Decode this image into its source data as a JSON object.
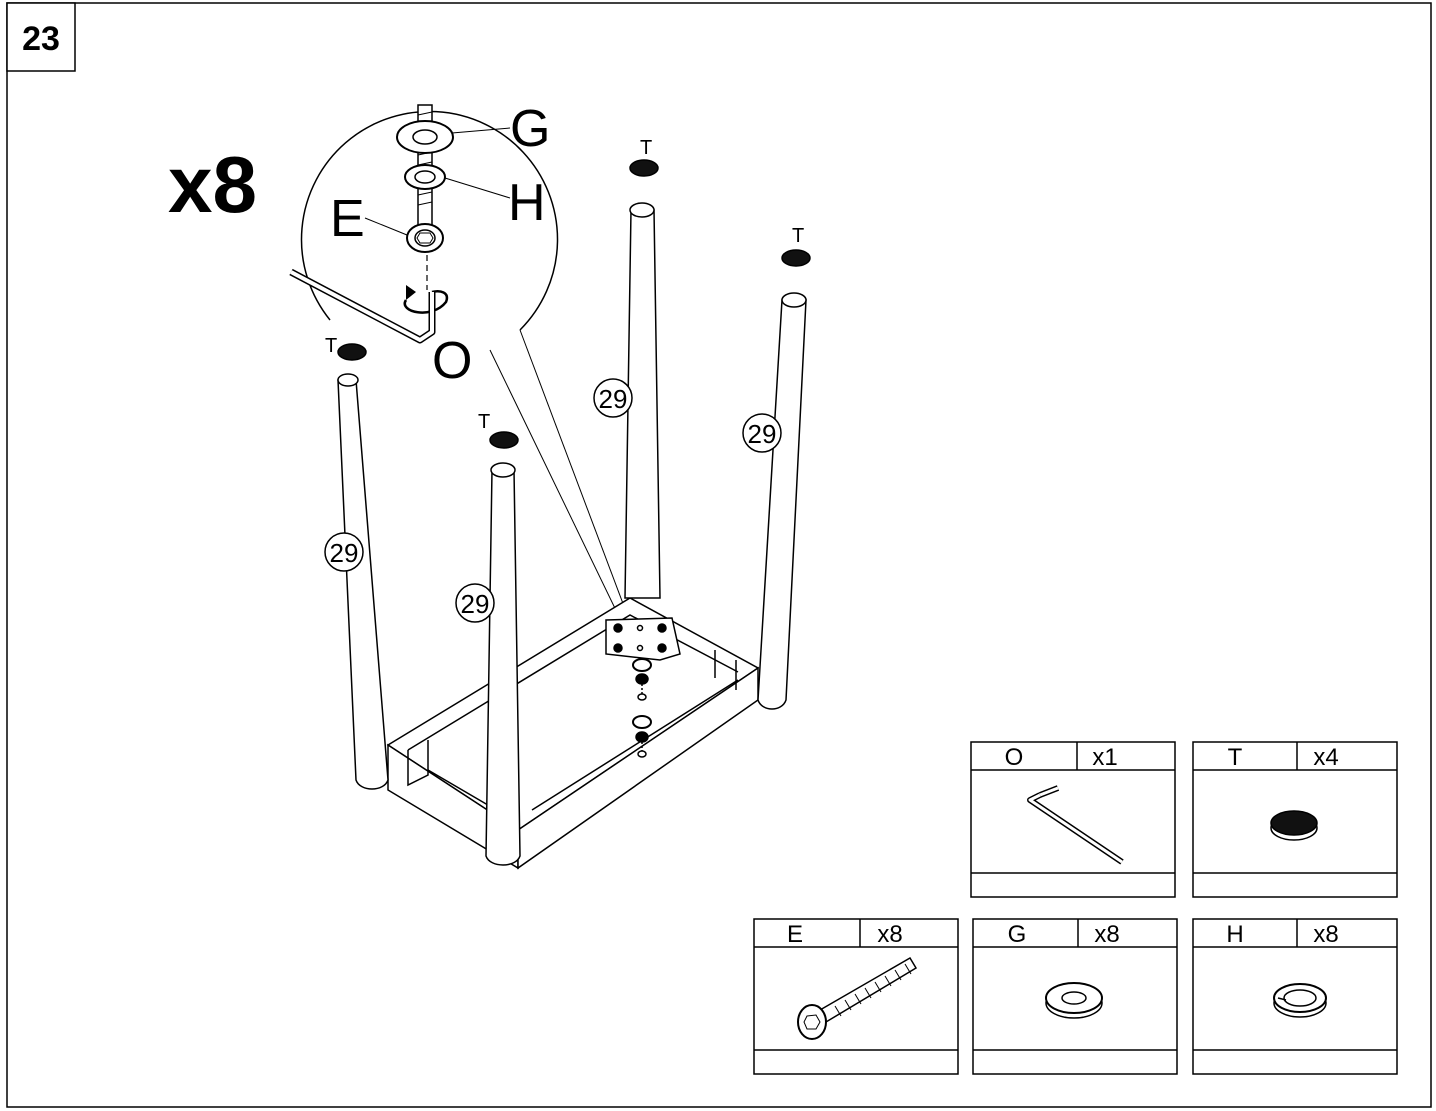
{
  "step": {
    "number": "23",
    "multiplier": "x8"
  },
  "callouts": {
    "G": "G",
    "H": "H",
    "E": "E",
    "O": "O",
    "T": "T"
  },
  "leg_part_number": "29",
  "parts": [
    {
      "letter": "O",
      "qty": "x1",
      "icon": "allen-key-icon"
    },
    {
      "letter": "T",
      "qty": "x4",
      "icon": "felt-pad-icon"
    },
    {
      "letter": "E",
      "qty": "x8",
      "icon": "bolt-icon"
    },
    {
      "letter": "G",
      "qty": "x8",
      "icon": "flat-washer-icon"
    },
    {
      "letter": "H",
      "qty": "x8",
      "icon": "spring-washer-icon"
    }
  ],
  "colors": {
    "line": "#000000",
    "background": "#ffffff",
    "pad": "#111111"
  }
}
